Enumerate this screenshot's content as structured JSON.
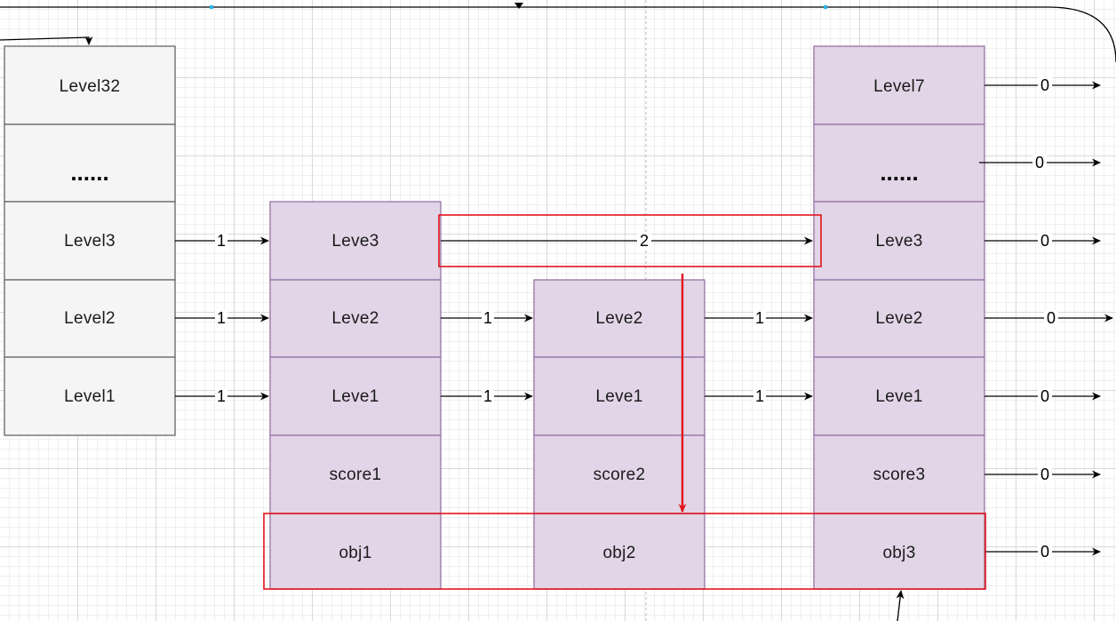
{
  "colors": {
    "header_fill": "#f5f5f5",
    "header_stroke": "#666666",
    "node_fill": "#e1d5e7",
    "node_stroke": "#9673a6",
    "highlight": "#e3141b",
    "edge": "#000000"
  },
  "header": {
    "levels": [
      "Level32",
      "......",
      "Level3",
      "Level2",
      "Level1"
    ]
  },
  "node1": {
    "levels": [
      "Leve3",
      "Leve2",
      "Leve1"
    ],
    "score": "score1",
    "obj": "obj1"
  },
  "node2": {
    "levels": [
      "Leve2",
      "Leve1"
    ],
    "score": "score2",
    "obj": "obj2"
  },
  "node3": {
    "levels": [
      "Level7",
      "......",
      "Leve3",
      "Leve2",
      "Leve1"
    ],
    "score": "score3",
    "obj": "obj3"
  },
  "spans": {
    "header_level3": "1",
    "header_level2": "1",
    "header_level1": "1",
    "node1_level3": "2",
    "node1_level2": "1",
    "node1_level1": "1",
    "node2_level2": "1",
    "node2_level1": "1",
    "node3_level7": "0",
    "node3_dots": "0",
    "node3_level3": "0",
    "node3_level2": "0",
    "node3_level1": "0",
    "node3_score": "0",
    "node3_obj": "0"
  }
}
